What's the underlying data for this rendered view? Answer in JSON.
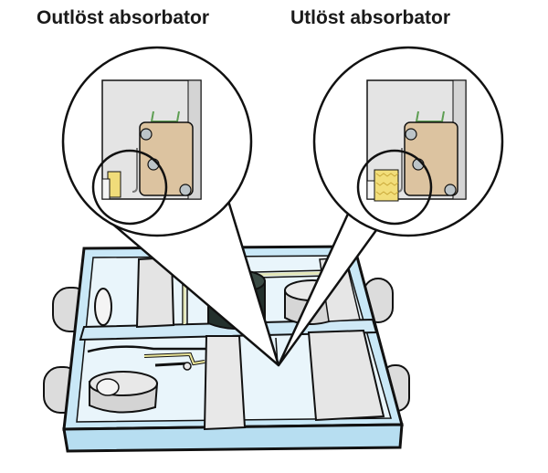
{
  "labels": {
    "left": "Outlöst absorbator",
    "right": "Utlöst absorbator"
  },
  "colors": {
    "box_blue": "#bfe3f5",
    "box_inner": "#e6f3fa",
    "panel_gray": "#e2e2e2",
    "sensor_tan": "#dcc3a0",
    "absorber_yellow": "#f2de7a",
    "bracket_green": "#5d9e52",
    "motor_dark": "#1f2b28"
  },
  "icons": [
    "magnifier-callout-left",
    "magnifier-callout-right",
    "ventilation-unit"
  ]
}
